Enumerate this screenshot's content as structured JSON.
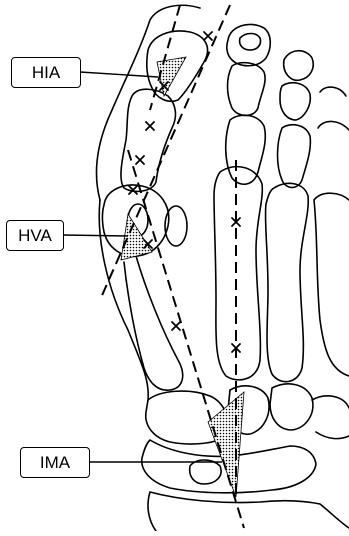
{
  "labels": {
    "hia": "HIA",
    "hva": "HVA",
    "ima": "IMA"
  },
  "colors": {
    "line": "#000000",
    "angle_fill": "#bdbdbd",
    "background": "#ffffff"
  }
}
